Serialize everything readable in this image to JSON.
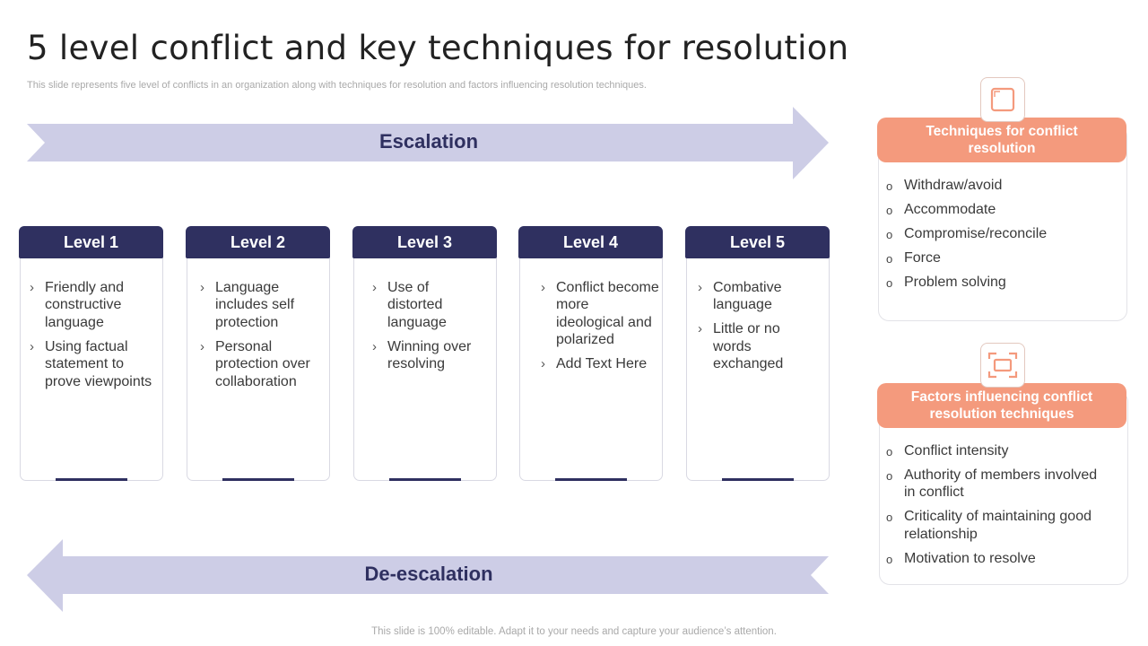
{
  "title": "5 level conflict and key techniques for resolution",
  "subtitle": "This slide represents five level of conflicts in an organization along with techniques for resolution and factors influencing resolution techniques.",
  "footer": "This slide is 100% editable. Adapt it to your needs and capture your audience’s attention.",
  "escalation_label": "Escalation",
  "deescalation_label": "De-escalation",
  "colors": {
    "navy": "#2f3060",
    "arrow": "#cdcde6",
    "accent": "#f49a7d"
  },
  "levels": [
    {
      "heading": "Level 1",
      "items": [
        "Friendly and constructive language",
        "Using factual statement to prove viewpoints"
      ]
    },
    {
      "heading": "Level 2",
      "items": [
        "Language includes self protection",
        "Personal protection over collaboration"
      ]
    },
    {
      "heading": "Level 3",
      "items": [
        "Use of distorted language",
        "Winning over resolving"
      ]
    },
    {
      "heading": "Level 4",
      "items": [
        "Conflict become more ideological and polarized",
        "Add Text Here"
      ]
    },
    {
      "heading": "Level 5",
      "items": [
        "Combative language",
        "Little or no words exchanged"
      ]
    }
  ],
  "bullet_glyph": "›",
  "panel_bullet_glyph": "o",
  "techniques": {
    "icon": "square-frame-icon",
    "heading": "Techniques for conflict resolution",
    "items": [
      "Withdraw/avoid",
      "Accommodate",
      "Compromise/reconcile",
      "Force",
      "Problem solving"
    ]
  },
  "factors": {
    "icon": "focus-frame-icon",
    "heading": "Factors influencing conflict resolution techniques",
    "items": [
      "Conflict intensity",
      "Authority of members involved in conflict",
      "Criticality of maintaining good relationship",
      "Motivation to resolve"
    ]
  }
}
